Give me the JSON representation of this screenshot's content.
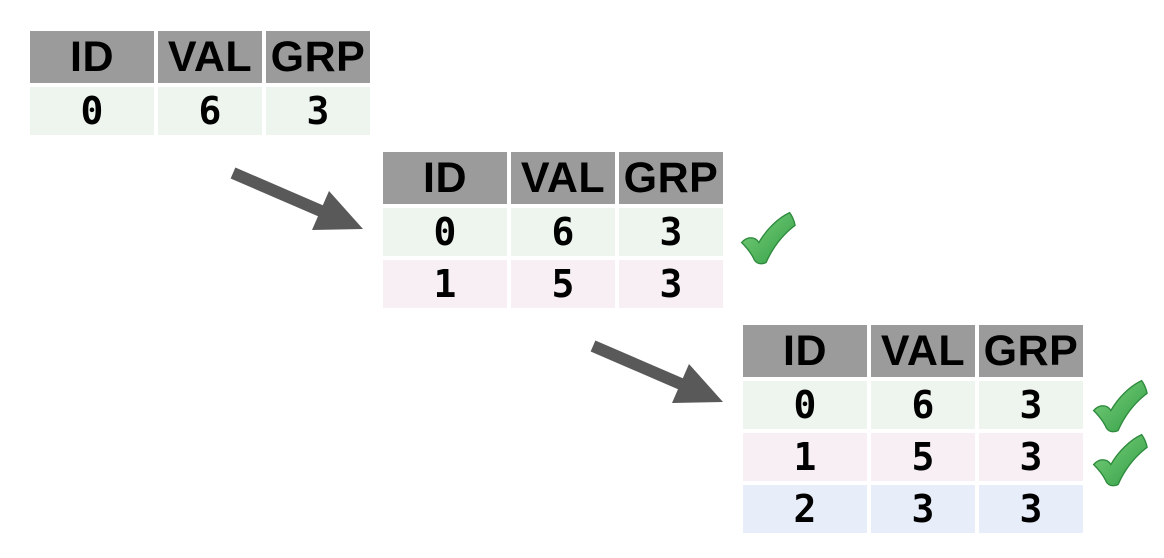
{
  "diagram": {
    "description": "three-step incremental table growth with verified rows",
    "columns": [
      "ID",
      "VAL",
      "GRP"
    ],
    "steps": [
      {
        "name": "step-1",
        "rows": [
          {
            "id": "0",
            "val": "6",
            "grp": "3",
            "checked": false
          }
        ]
      },
      {
        "name": "step-2",
        "rows": [
          {
            "id": "0",
            "val": "6",
            "grp": "3",
            "checked": true
          },
          {
            "id": "1",
            "val": "5",
            "grp": "3",
            "checked": false
          }
        ]
      },
      {
        "name": "step-3",
        "rows": [
          {
            "id": "0",
            "val": "6",
            "grp": "3",
            "checked": true
          },
          {
            "id": "1",
            "val": "5",
            "grp": "3",
            "checked": true
          },
          {
            "id": "2",
            "val": "3",
            "grp": "3",
            "checked": false
          }
        ]
      }
    ],
    "icons": {
      "check_icon": "✔",
      "arrow_icon": "➘"
    },
    "colors": {
      "background": "#ffffff",
      "header_bg": "#9b9b9b",
      "row_green": "#edf5ee",
      "row_pink": "#f7eff3",
      "row_blue": "#e7eefa",
      "arrow_gray": "#595959",
      "check_green": "#4caf50",
      "check_green_dark": "#2e8b3d",
      "text": "#000000"
    }
  }
}
